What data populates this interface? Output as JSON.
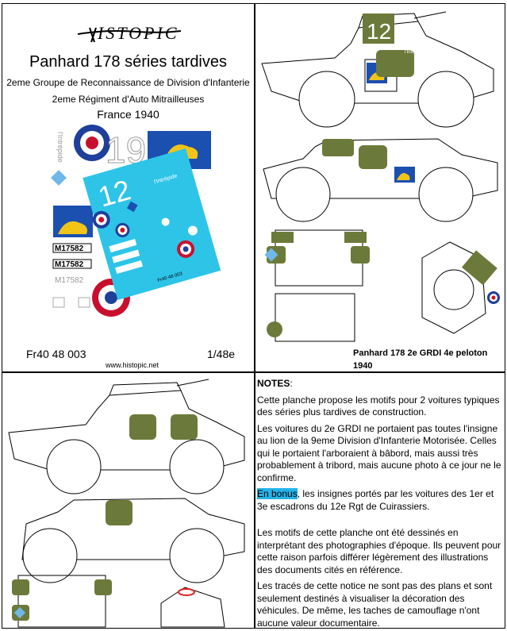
{
  "header": {
    "title": "Panhard 178 séries tardives",
    "unit_line1": "2eme Groupe de Reconnaissance de Division d'Infanterie",
    "unit_line2": "2eme   Régiment d'Auto Mitrailleuses",
    "place_year": "France 1940"
  },
  "footer": {
    "reference": "Fr40 48 003",
    "scale": "1/48e",
    "website": "www.histopic.net"
  },
  "decal_sheet": {
    "turret_number": "12",
    "insignia_text": "l'Intrépide",
    "registrations": [
      "M17582",
      "M17582",
      "M17582"
    ],
    "sheet_ref": "Fr40 48 003"
  },
  "profile_caption": {
    "line1": "Panhard 178  2e GRDI    4e peloton",
    "line2": "1940"
  },
  "notes": {
    "heading": "NOTES",
    "p1": "Cette planche propose les motifs pour 2 voitures typiques des séries plus tardives de construction.",
    "p2": "Les voitures du 2e GRDI ne portaient pas toutes l'insigne au lion de la 9eme Division d'Infanterie Motorisée. Celles qui le portaient l'arboraient à bâbord, mais aussi très probablement à tribord, mais aucune photo à ce jour ne le confirme.",
    "p3_highlight": "En bonus",
    "p3_rest": ", les insignes portés par les voitures des 1er et 3e escadrons du 12e Rgt de Cuirassiers.",
    "p4": "Les motifs de cette planche ont été dessinés en interprétant des photographies d'époque. Ils peuvent pour cette raison parfois différer légèrement des illustrations des documents cités en référence.",
    "p5": "Les tracés de cette notice ne sont pas des plans et sont seulement destinés à visualiser la décoration des véhicules. De même, les taches de camouflage n'ont aucune valeur documentaire."
  },
  "colors": {
    "decal_cyan": "#2ec4e8",
    "roundel_red": "#c8102e",
    "roundel_blue": "#1e3f9a",
    "flag_blue": "#1b4fb0",
    "lion_yellow": "#f2c418",
    "olive": "#6b7a3a",
    "highlight": "#24b4ea"
  }
}
